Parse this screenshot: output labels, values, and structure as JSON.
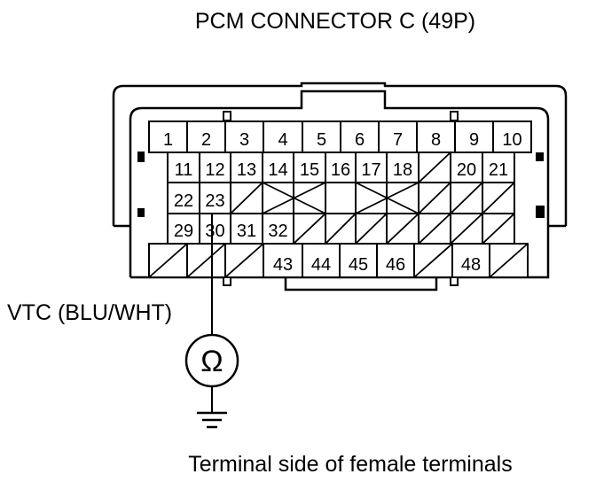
{
  "title": "PCM CONNECTOR C (49P)",
  "caption": "Terminal side of female terminals",
  "wire_label": "VTC (BLU/WHT)",
  "meter_symbol": "Ω",
  "meter_icon": "ohmmeter-icon",
  "ground_icon": "ground-icon",
  "terminals": {
    "row1": [
      "1",
      "2",
      "3",
      "4",
      "5",
      "6",
      "7",
      "8",
      "9",
      "10"
    ],
    "row2": [
      "11",
      "12",
      "13",
      "14",
      "15",
      "16",
      "17",
      "18",
      "",
      "20",
      "21"
    ],
    "row3": [
      "22",
      "23",
      "",
      "",
      "",
      "",
      "",
      "",
      "",
      "",
      ""
    ],
    "row4": [
      "29",
      "30",
      "31",
      "32",
      "",
      "",
      "",
      "",
      "",
      "",
      ""
    ],
    "row5": [
      "",
      "",
      "",
      "43",
      "44",
      "45",
      "46",
      "",
      "48",
      ""
    ]
  },
  "probed_terminal": "30"
}
